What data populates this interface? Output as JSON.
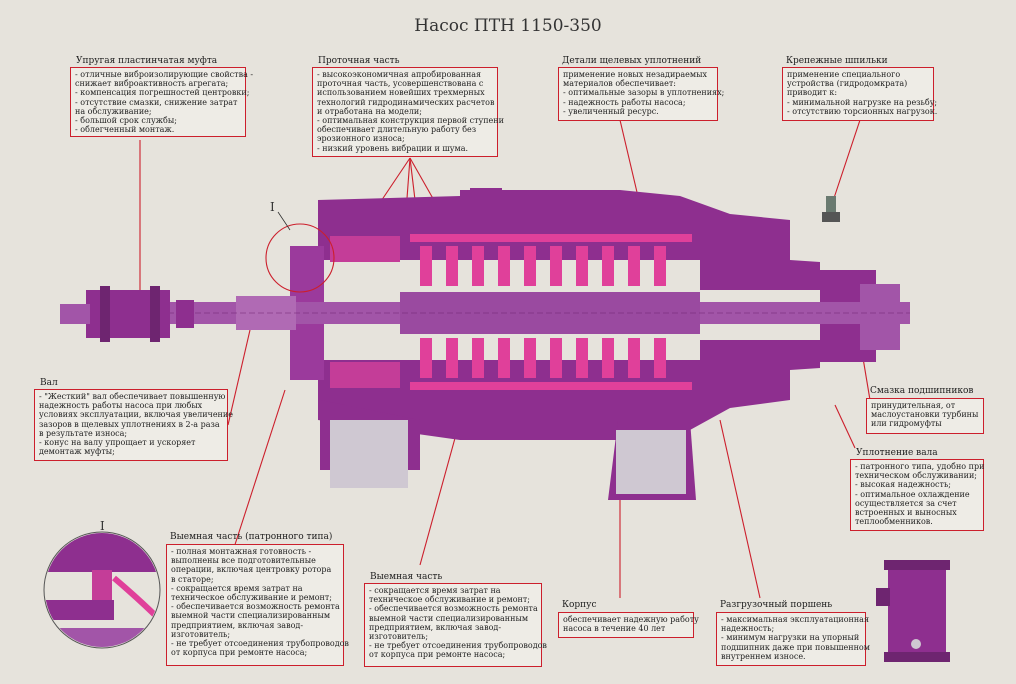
{
  "title": "Насос ПТН 1150-350",
  "roman_numeral": "I",
  "colors": {
    "body": "#8e2f8f",
    "shaft": "#a255a8",
    "pink": "#e0409a",
    "frame": "#cc1f2c"
  },
  "callouts": {
    "coupling": {
      "heading": "Упругая пластинчатая муфта",
      "lines": [
        "- отличные виброизолирующие свойства -",
        "  снижает виброактивность агрегата;",
        "- компенсация погрешностей центровки;",
        "- отсутствие смазки, снижение затрат",
        "  на обслуживание;",
        "- большой срок службы;",
        "- облегченный монтаж."
      ]
    },
    "flow": {
      "heading": "Проточная часть",
      "lines": [
        "- высокоэкономичная апробированная",
        "  проточная часть, усовершенствована с",
        "  использованием новейших трехмерных",
        "  технологий гидродинамических расчетов",
        "  и отработана на модели;",
        "- оптимальная конструкция первой ступени",
        "  обеспечивает длительную работу без",
        "  эрозионного износа;",
        "- низкий уровень вибрации и шума."
      ]
    },
    "seals": {
      "heading": "Детали щелевых уплотнений",
      "lines": [
        "применение новых незадираемых",
        "материалов обеспечивает:",
        "- оптимальные зазоры в уплотнениях;",
        "- надежность работы насоса;",
        "- увеличенный ресурс."
      ]
    },
    "studs": {
      "heading": "Крепежные шпильки",
      "lines": [
        "применение специального",
        "устройства (гидродомкрата)",
        "приводит к:",
        "- минимальной нагрузке на резьбу;",
        "- отсутствию торсионных нагрузок."
      ]
    },
    "shaft": {
      "heading": "Вал",
      "lines": [
        "- \"Жесткий\" вал обеспечивает повышенную",
        "  надежность работы насоса при любых",
        "  условиях эксплуатации, включая увеличение",
        "  зазоров в щелевых уплотнениях в 2-а раза",
        "  в результате износа;",
        "- конус на валу упрощает и ускоряет",
        "  демонтаж муфты;"
      ]
    },
    "lubrication": {
      "heading": "Смазка подшипников",
      "lines": [
        "принудительная, от",
        "маслоустановки турбины",
        "или гидромуфты"
      ]
    },
    "shaft_seal": {
      "heading": "Уплотнение вала",
      "lines": [
        "- патронного типа, удобно при",
        "  техническом обслуживании;",
        "- высокая надежность;",
        "- оптимальное охлаждение",
        "  осуществляется за счет",
        "  встроенных и выносных",
        "  теплообменников."
      ]
    },
    "cartridge": {
      "heading": "Выемная часть (патронного типа)",
      "lines": [
        "- полная монтажная готовность -",
        "  выполнены все подготовительные",
        "  операции, включая центровку ротора",
        "  в статоре;",
        "- сокращается время затрат на",
        "  техническое обслуживание и ремонт;",
        "- обеспечивается возможность ремонта",
        "  выемной части специализированным",
        "  предприятием, включая завод-",
        "  изготовитель;",
        "- не требует отсоединения трубопроводов",
        "  от корпуса при ремонте насоса;"
      ]
    },
    "removable": {
      "heading": "Выемная часть",
      "lines": [
        "- сокращается время затрат на",
        "  техническое обслуживание и ремонт;",
        "- обеспечивается возможность ремонта",
        "  выемной части специализированным",
        "  предприятием, включая завод-",
        "  изготовитель;",
        "- не требует отсоединения трубопроводов",
        "  от корпуса при ремонте насоса;"
      ]
    },
    "housing": {
      "heading": "Корпус",
      "lines": [
        "обеспечивает надежную работу",
        "насоса в течение 40 лет"
      ]
    },
    "piston": {
      "heading": "Разгрузочный поршень",
      "lines": [
        "- максимальная эксплуатационная",
        "  надежность;",
        "- минимум нагрузки на упорный",
        "  подшипник даже при повышенном",
        "  внутреннем износе."
      ]
    }
  }
}
